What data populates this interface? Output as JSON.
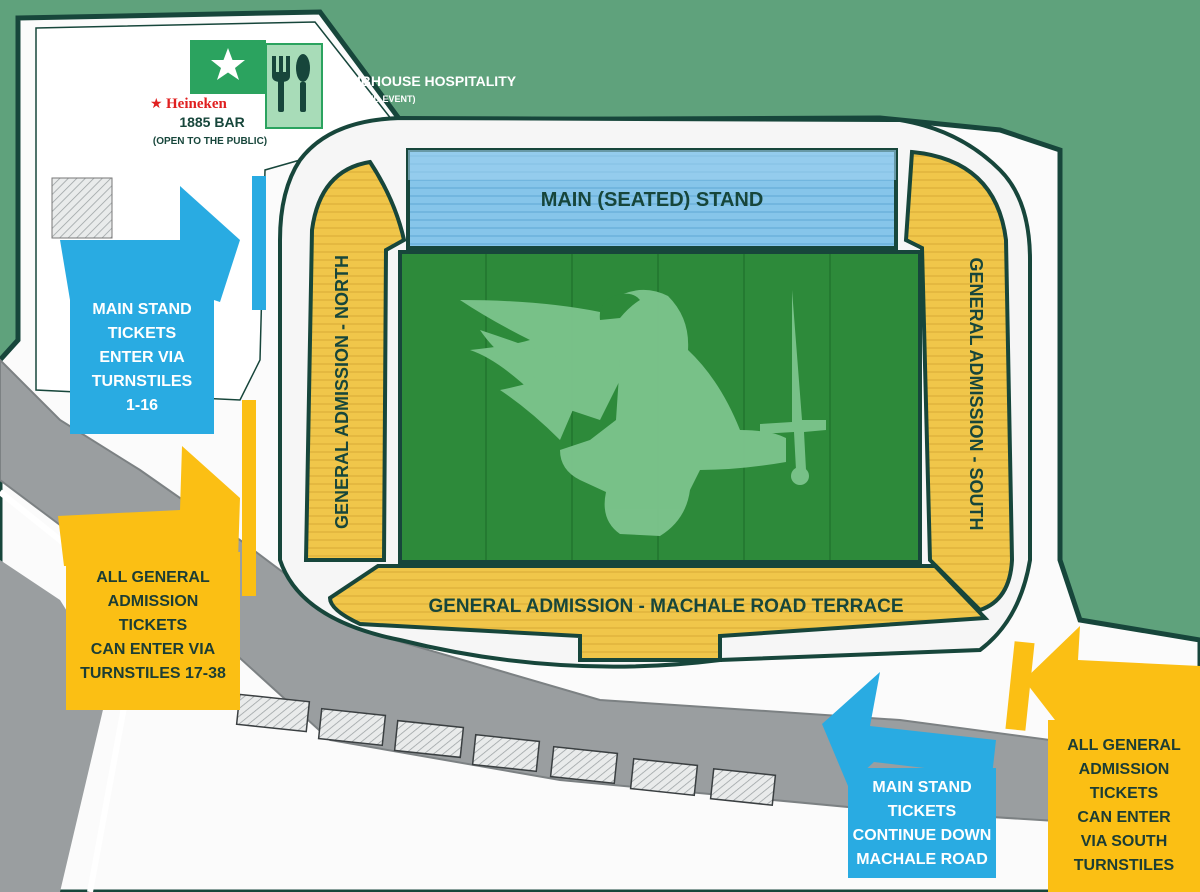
{
  "map": {
    "stands": {
      "main": "MAIN (SEATED) STAND",
      "north": "GENERAL ADMISSION - NORTH",
      "south": "GENERAL ADMISSION - SOUTH",
      "terrace": "GENERAL ADMISSION - MACHALE ROAD TERRACE"
    },
    "bar": {
      "brand": "Heineken",
      "name": "1885 BAR",
      "note": "(OPEN TO THE PUBLIC)"
    },
    "hospitality": {
      "name": "CLUBHOUSE HOSPITALITY",
      "note": "(TICKETED EVENT)"
    },
    "callouts": {
      "main_north": [
        "MAIN STAND",
        "TICKETS",
        "ENTER VIA",
        "TURNSTILES",
        "1-16"
      ],
      "ga_north": [
        "ALL GENERAL",
        "ADMISSION",
        "TICKETS",
        "CAN ENTER VIA",
        "TURNSTILES 17-38"
      ],
      "main_south": [
        "MAIN STAND",
        "TICKETS",
        "CONTINUE DOWN",
        "MACHALE ROAD"
      ],
      "ga_south": [
        "ALL GENERAL",
        "ADMISSION",
        "TICKETS",
        "CAN ENTER",
        "VIA SOUTH",
        "TURNSTILES"
      ]
    },
    "colors": {
      "background": "#5fa27c",
      "pitch": "#2d8a3a",
      "ga_stand": "#f0c64a",
      "main_stand": "#7fc0e6",
      "blue_arrow": "#29abe2",
      "yellow_arrow": "#fbbf14",
      "outline": "#17463b"
    },
    "icons": [
      "star-icon",
      "cutlery-icon",
      "crest-icon",
      "arrow-icon"
    ]
  }
}
